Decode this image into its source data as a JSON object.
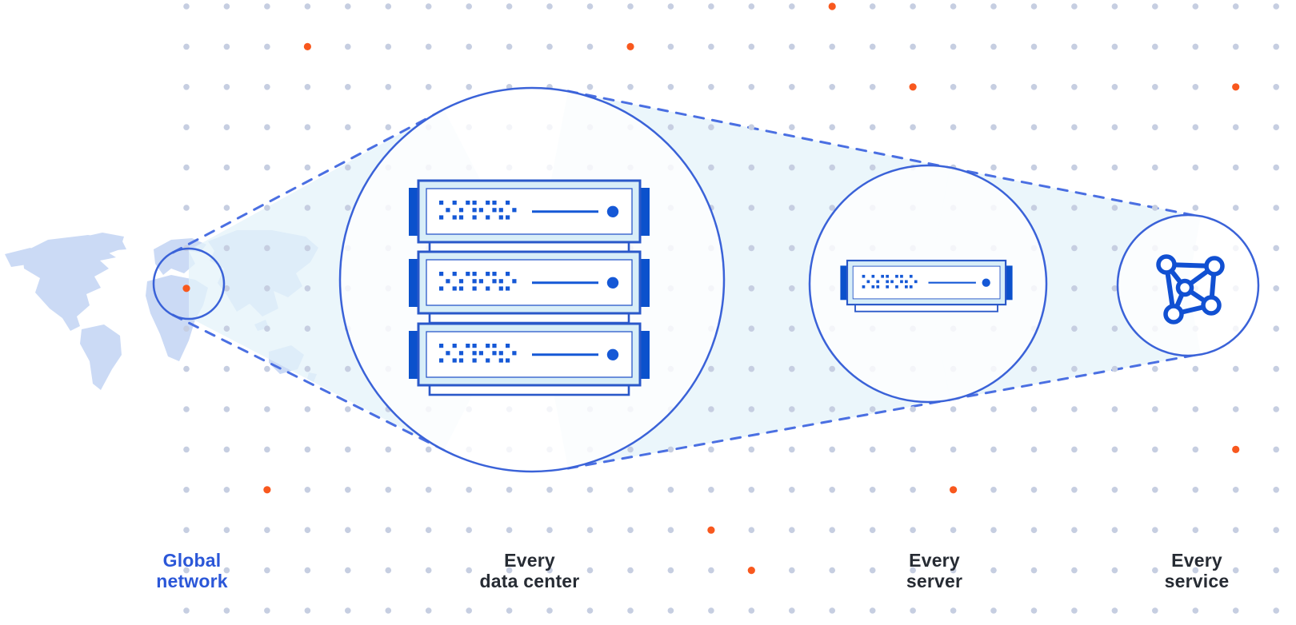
{
  "captions": [
    {
      "id": "global-network",
      "line1": "Global",
      "line2": "network",
      "style": "accent"
    },
    {
      "id": "every-data-center",
      "line1": "Every",
      "line2": "data center",
      "style": "default"
    },
    {
      "id": "every-server",
      "line1": "Every",
      "line2": "server",
      "style": "default"
    },
    {
      "id": "every-service",
      "line1": "Every",
      "line2": "service",
      "style": "default"
    }
  ],
  "icons": {
    "map_marker": "orange-location-dot",
    "service": "network-graph-icon",
    "datacenter": "server-rack-illustration",
    "server": "server-unit-illustration"
  },
  "colors": {
    "accent_orange": "#F8581E",
    "grid_dot_gray": "#C6CEE1",
    "map_fill": "#CBDAF5",
    "beam_fill": "#E4F3F9",
    "circle_stroke": "#3A62D8",
    "dash_stroke": "#4A6FE2",
    "server_stroke": "#2A58C9",
    "server_fill_light": "#D8EEF8",
    "server_dark_blue": "#0B51CC",
    "server_accent_blue": "#1558D6",
    "caption_text": "#262B33",
    "caption_accent": "#2B57D8"
  },
  "decorations": {
    "orange_dots": [
      [
        0,
        7
      ],
      [
        3,
        1
      ],
      [
        11,
        1
      ],
      [
        16,
        0
      ],
      [
        18,
        2
      ],
      [
        26,
        2
      ],
      [
        26,
        11
      ],
      [
        2,
        12
      ],
      [
        19,
        12
      ],
      [
        13,
        13
      ],
      [
        14,
        14
      ]
    ]
  }
}
